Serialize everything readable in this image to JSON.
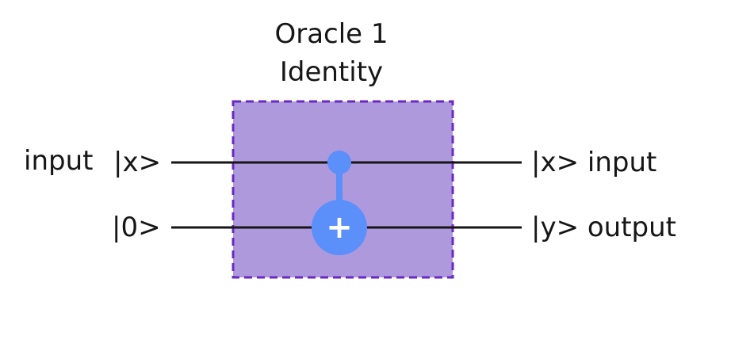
{
  "oracle": {
    "title_line1": "Oracle 1",
    "title_line2": "Identity",
    "fill_color": "#af99dd",
    "border_color": "#6929c4"
  },
  "inputs": {
    "top_label": "input",
    "top_ket": "|x>",
    "bottom_ket": "|0>"
  },
  "outputs": {
    "top_ket": "|x> input",
    "bottom_ket": "|y> output"
  },
  "gate": {
    "type": "CNOT",
    "target_symbol": "+",
    "color": "#5b8ff9"
  },
  "wire_color": "#161616"
}
